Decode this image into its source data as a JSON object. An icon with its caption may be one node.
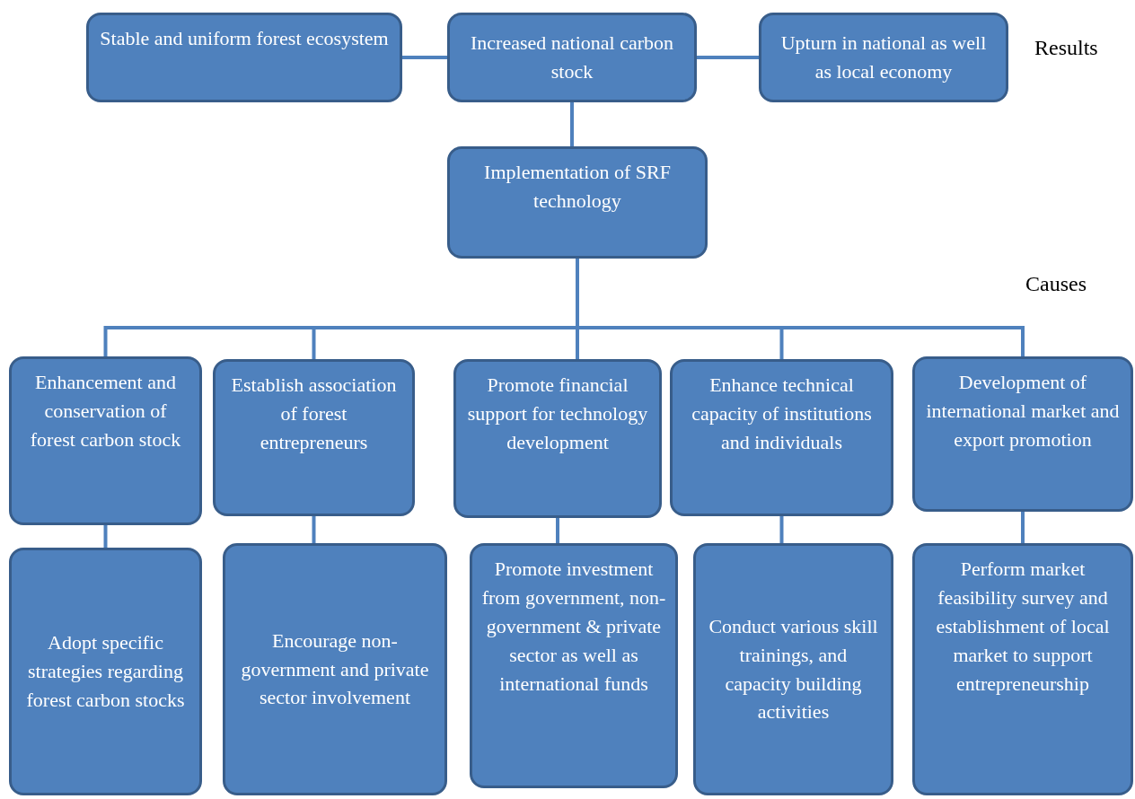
{
  "diagram": {
    "nodes": [
      {
        "text": [
          "Stable and uniform forest ecosystem"
        ]
      },
      {
        "text": [
          "Increased national carbon stock"
        ]
      },
      {
        "text": [
          "Upturn in national as well as local economy"
        ]
      },
      {
        "text": [
          "Implementation of SRF technology"
        ]
      },
      {
        "text": [
          "Enhancement and conservation of forest carbon stock"
        ]
      },
      {
        "text": [
          "Establish association of forest entrepreneurs"
        ]
      },
      {
        "text": [
          "Promote financial support for technology development"
        ]
      },
      {
        "text": [
          "Enhance technical capacity of institutions and individuals"
        ]
      },
      {
        "text": [
          "Development of international market and export promotion"
        ]
      },
      {
        "text": [
          "Adopt specific strategies regarding forest carbon stocks"
        ]
      },
      {
        "text": [
          "Encourage non-government and private sector involvement"
        ]
      },
      {
        "text": [
          "Promote investment from government, non-government & private sector as well as international funds"
        ]
      },
      {
        "text": [
          "Conduct various skill trainings, and capacity building activities"
        ]
      },
      {
        "text": [
          "Perform market feasibility survey and establishment of local market to support entrepreneurship"
        ]
      }
    ],
    "edges": [
      {
        "from": 1,
        "to": 0,
        "arrow": "none"
      },
      {
        "from": 1,
        "to": 2,
        "arrow": "none"
      },
      {
        "from": 1,
        "to": 3,
        "arrow": "none"
      },
      {
        "from": 3,
        "to": 4,
        "arrow": "none"
      },
      {
        "from": 3,
        "to": 5,
        "arrow": "none"
      },
      {
        "from": 3,
        "to": 6,
        "arrow": "none"
      },
      {
        "from": 3,
        "to": 7,
        "arrow": "none"
      },
      {
        "from": 3,
        "to": 8,
        "arrow": "none"
      },
      {
        "from": 4,
        "to": 9,
        "arrow": "none"
      },
      {
        "from": 5,
        "to": 10,
        "arrow": "none"
      },
      {
        "from": 6,
        "to": 11,
        "arrow": "none"
      },
      {
        "from": 7,
        "to": 12,
        "arrow": "none"
      },
      {
        "from": 8,
        "to": 13,
        "arrow": "none"
      }
    ],
    "labels": [
      "Results",
      "Causes"
    ]
  }
}
